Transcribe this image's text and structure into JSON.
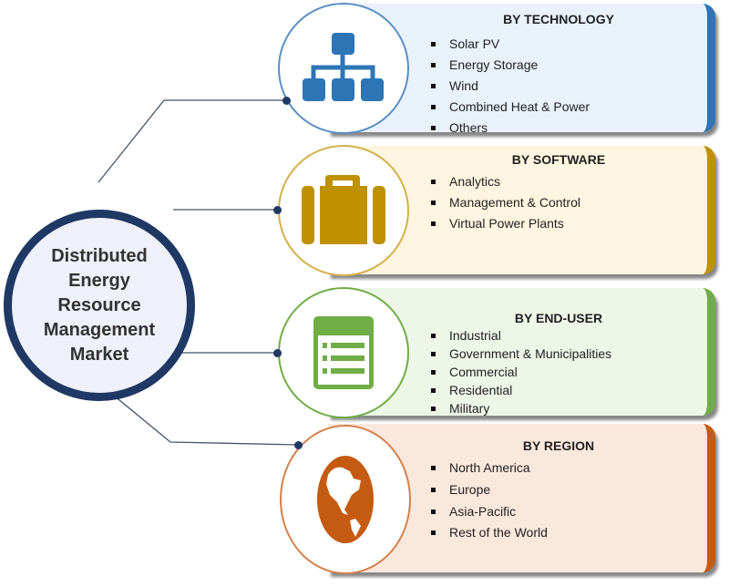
{
  "center": {
    "title_lines": [
      "Distributed",
      "Energy",
      "Resource",
      "Management",
      "Market"
    ]
  },
  "segments": [
    {
      "heading": "BY TECHNOLOGY",
      "icon": "hierarchy-icon",
      "color": "#2e75b6",
      "fill": "#e9f1fa",
      "items": [
        "Solar PV",
        "Energy Storage",
        "Wind",
        "Combined Heat & Power",
        "Others"
      ]
    },
    {
      "heading": "BY SOFTWARE",
      "icon": "briefcase-icon",
      "color": "#bf9000",
      "fill": "#fff5e0",
      "items": [
        "Analytics",
        "Management & Control",
        "Virtual Power Plants"
      ]
    },
    {
      "heading": "BY END-USER",
      "icon": "list-window-icon",
      "color": "#70ad47",
      "fill": "#eef6e8",
      "items": [
        "Industrial",
        "Government  & Municipalities",
        "Commercial",
        "Residential",
        "Military"
      ]
    },
    {
      "heading": "BY REGION",
      "icon": "globe-icon",
      "color": "#c55a11",
      "fill": "#fbe8dd",
      "items": [
        "North America",
        "Europe",
        "Asia-Pacific",
        "Rest of the World"
      ]
    }
  ]
}
